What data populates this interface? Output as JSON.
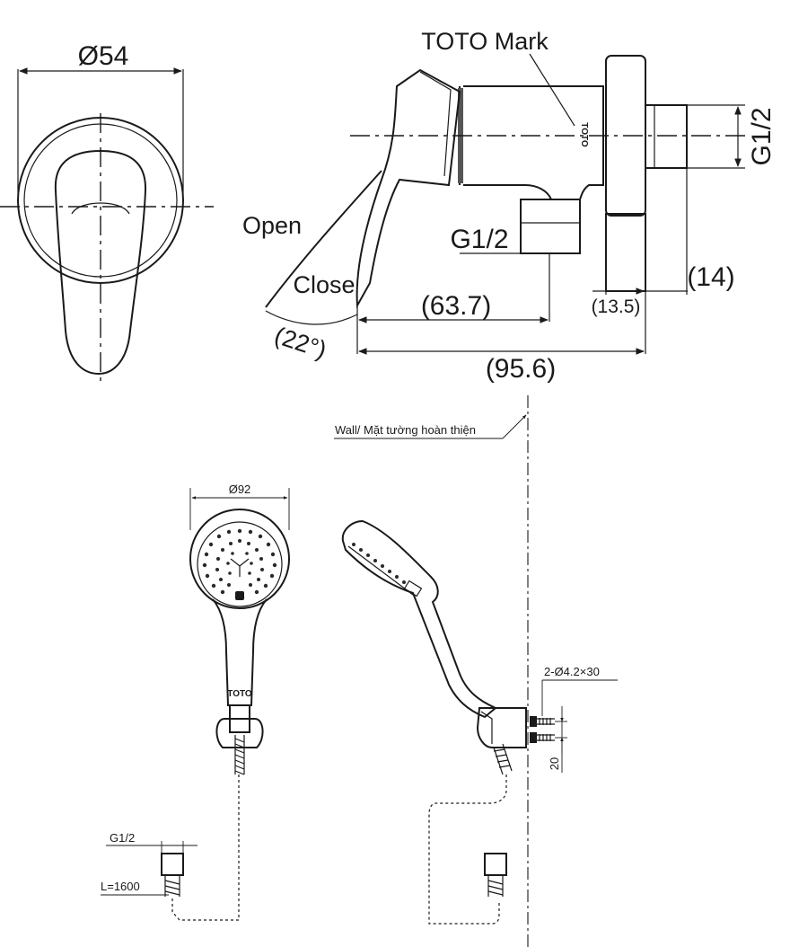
{
  "mixer": {
    "diameter_label": "Ø54",
    "toto_mark_label": "TOTO Mark",
    "logo_text": "TOTO",
    "inlet_thread_side": "G1/2",
    "inlet_thread_bottom": "G1/2",
    "open_label": "Open",
    "close_label": "Close",
    "angle_label": "(22°)",
    "dim_length_inner": "(63.7)",
    "dim_length_total": "(95.6)",
    "dim_flange": "(13.5)",
    "dim_thread": "(14)"
  },
  "shower": {
    "wall_label": "Wall/ Mặt tường hoàn thiện",
    "head_diameter_label": "Ø92",
    "hose_thread_label": "G1/2",
    "hose_length_label": "L=1600",
    "screw_label": "2-Ø4.2×30",
    "screw_spacing_label": "20",
    "logo_text": "TOTO"
  }
}
